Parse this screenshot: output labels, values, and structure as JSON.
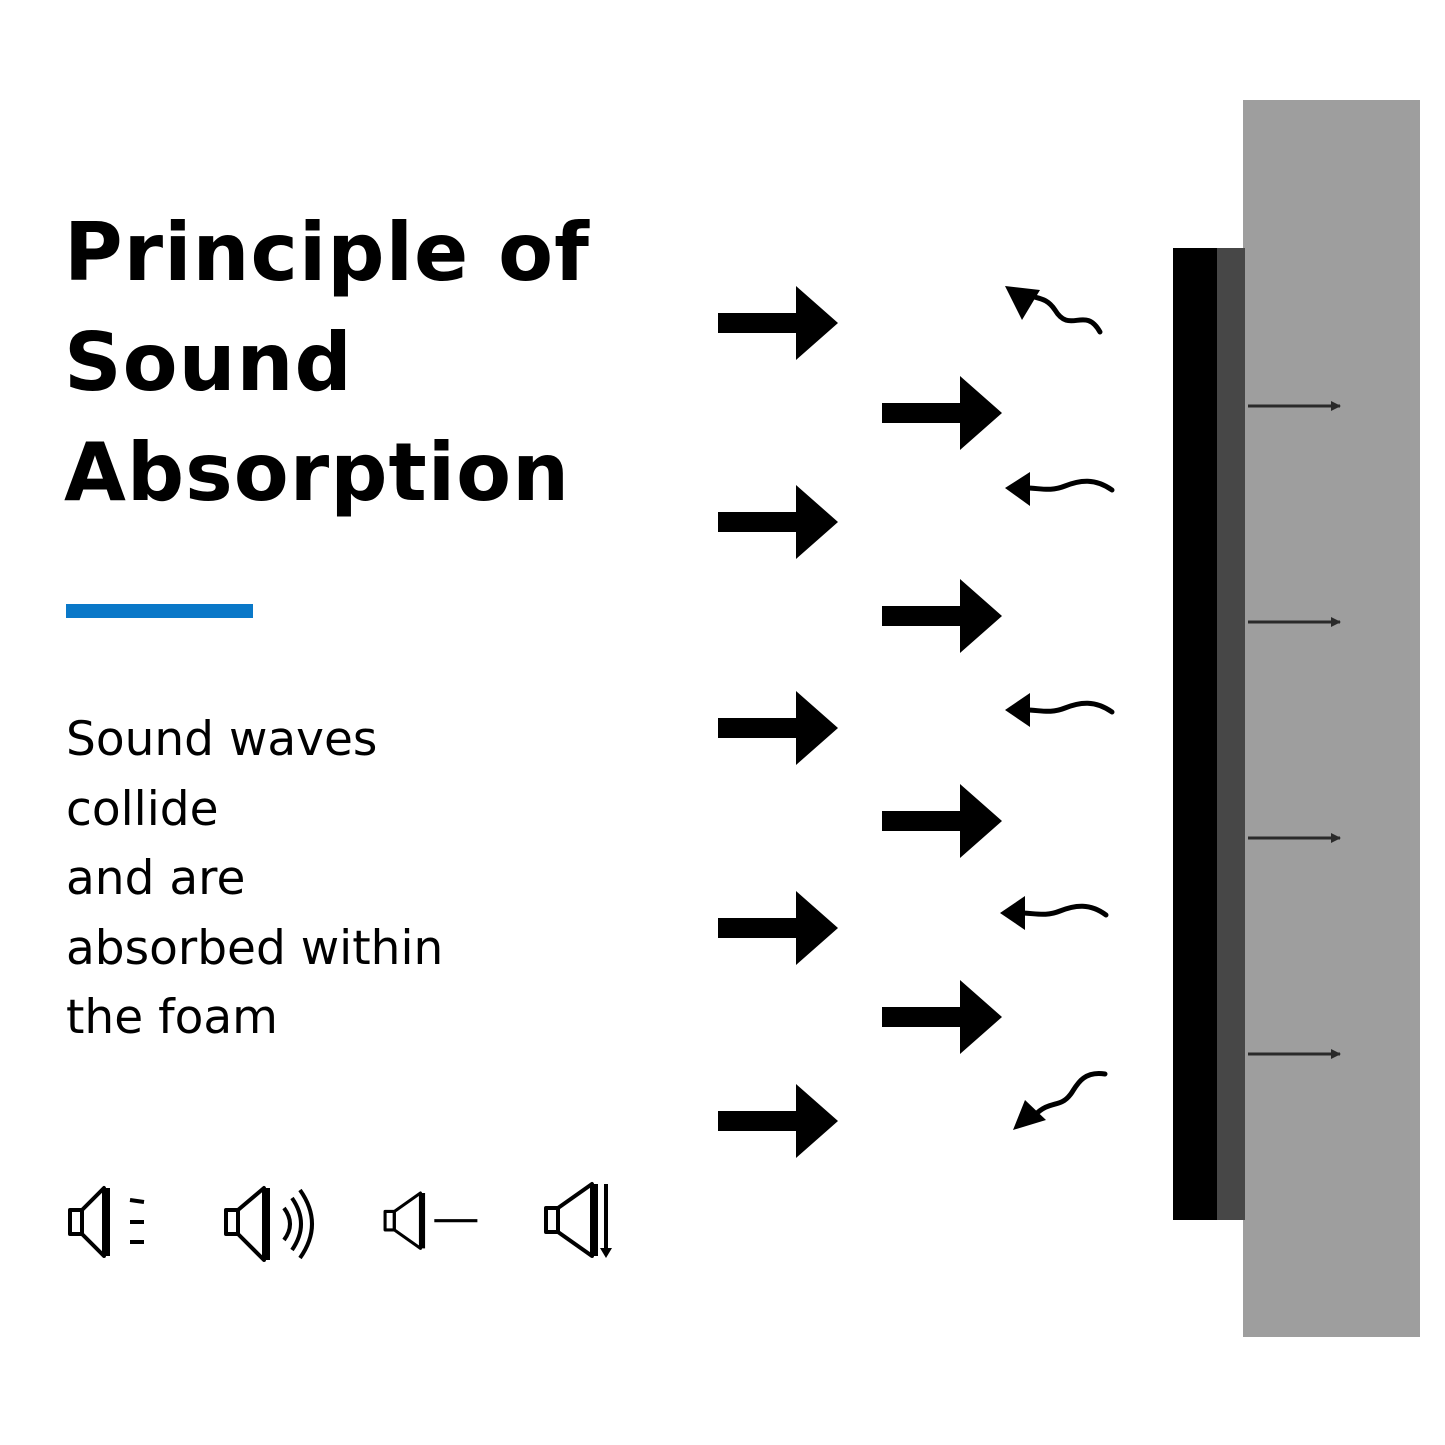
{
  "title": {
    "lines": [
      "Principle of",
      "Sound",
      "Absorption"
    ]
  },
  "description": {
    "lines": [
      "Sound waves",
      "collide",
      "and are",
      "absorbed within",
      "the foam"
    ]
  },
  "colors": {
    "accent": "#0a78c8",
    "foam_front": "#000000",
    "foam_back": "#474747",
    "wall": "#9e9e9e",
    "arrow": "#000000",
    "thin_arrow": "#2a2a2a"
  },
  "icons": [
    {
      "name": "speaker-dampened-icon"
    },
    {
      "name": "speaker-loud-icon"
    },
    {
      "name": "speaker-flat-icon"
    },
    {
      "name": "speaker-mute-icon"
    }
  ]
}
